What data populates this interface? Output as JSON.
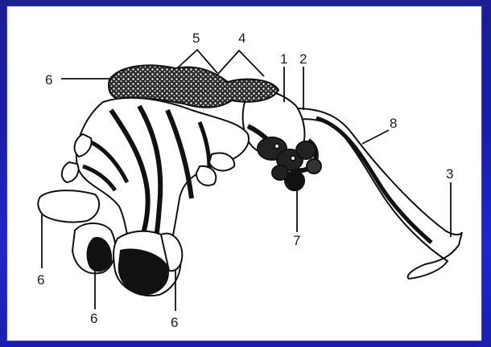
{
  "labels": {
    "l1": "1",
    "l2": "2",
    "l3": "3",
    "l4": "4",
    "l5": "5",
    "l6a": "6",
    "l6b": "6",
    "l6c": "6",
    "l6d": "6",
    "l7": "7",
    "l8": "8"
  },
  "colors": {
    "ink": "#111111",
    "background": "#ffffff",
    "slide": "#1f24b8"
  }
}
